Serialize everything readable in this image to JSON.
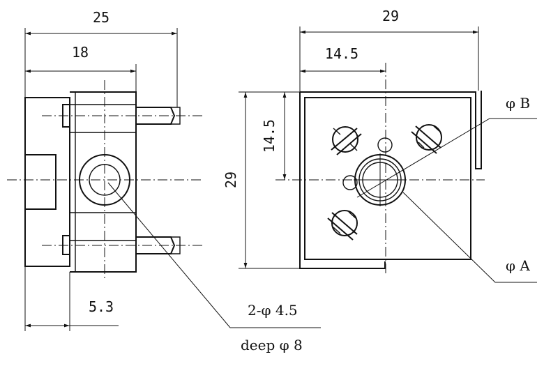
{
  "dimensions": {
    "left_overall": "25",
    "left_inner": "18",
    "left_bottom": "5.3",
    "right_width": "29",
    "right_half_width": "14.5",
    "right_height": "29",
    "right_half_height": "14.5"
  },
  "callouts": {
    "holes": "2-φ 4.5",
    "deep": "deep φ 8",
    "phi_b": "φ B",
    "phi_a": "φ A"
  }
}
